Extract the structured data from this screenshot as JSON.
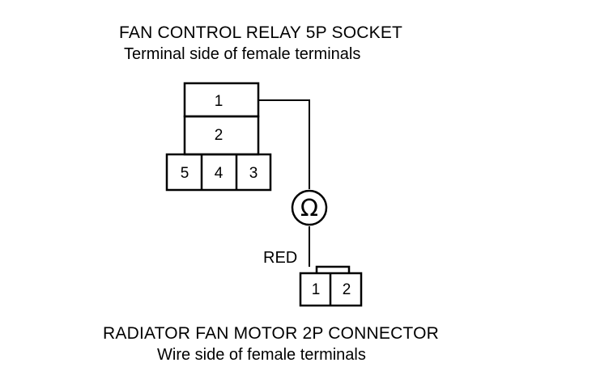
{
  "relay_socket": {
    "title": "FAN CONTROL RELAY 5P SOCKET",
    "subtitle": "Terminal side of female terminals",
    "terminals": [
      "1",
      "2",
      "5",
      "4",
      "3"
    ]
  },
  "meter": {
    "symbol": "Ω"
  },
  "wire": {
    "color_label": "RED"
  },
  "fan_connector": {
    "title": "RADIATOR FAN MOTOR 2P CONNECTOR",
    "subtitle": "Wire side of female terminals",
    "terminals": [
      "1",
      "2"
    ]
  },
  "colors": {
    "line": "#000000",
    "background": "#ffffff"
  }
}
